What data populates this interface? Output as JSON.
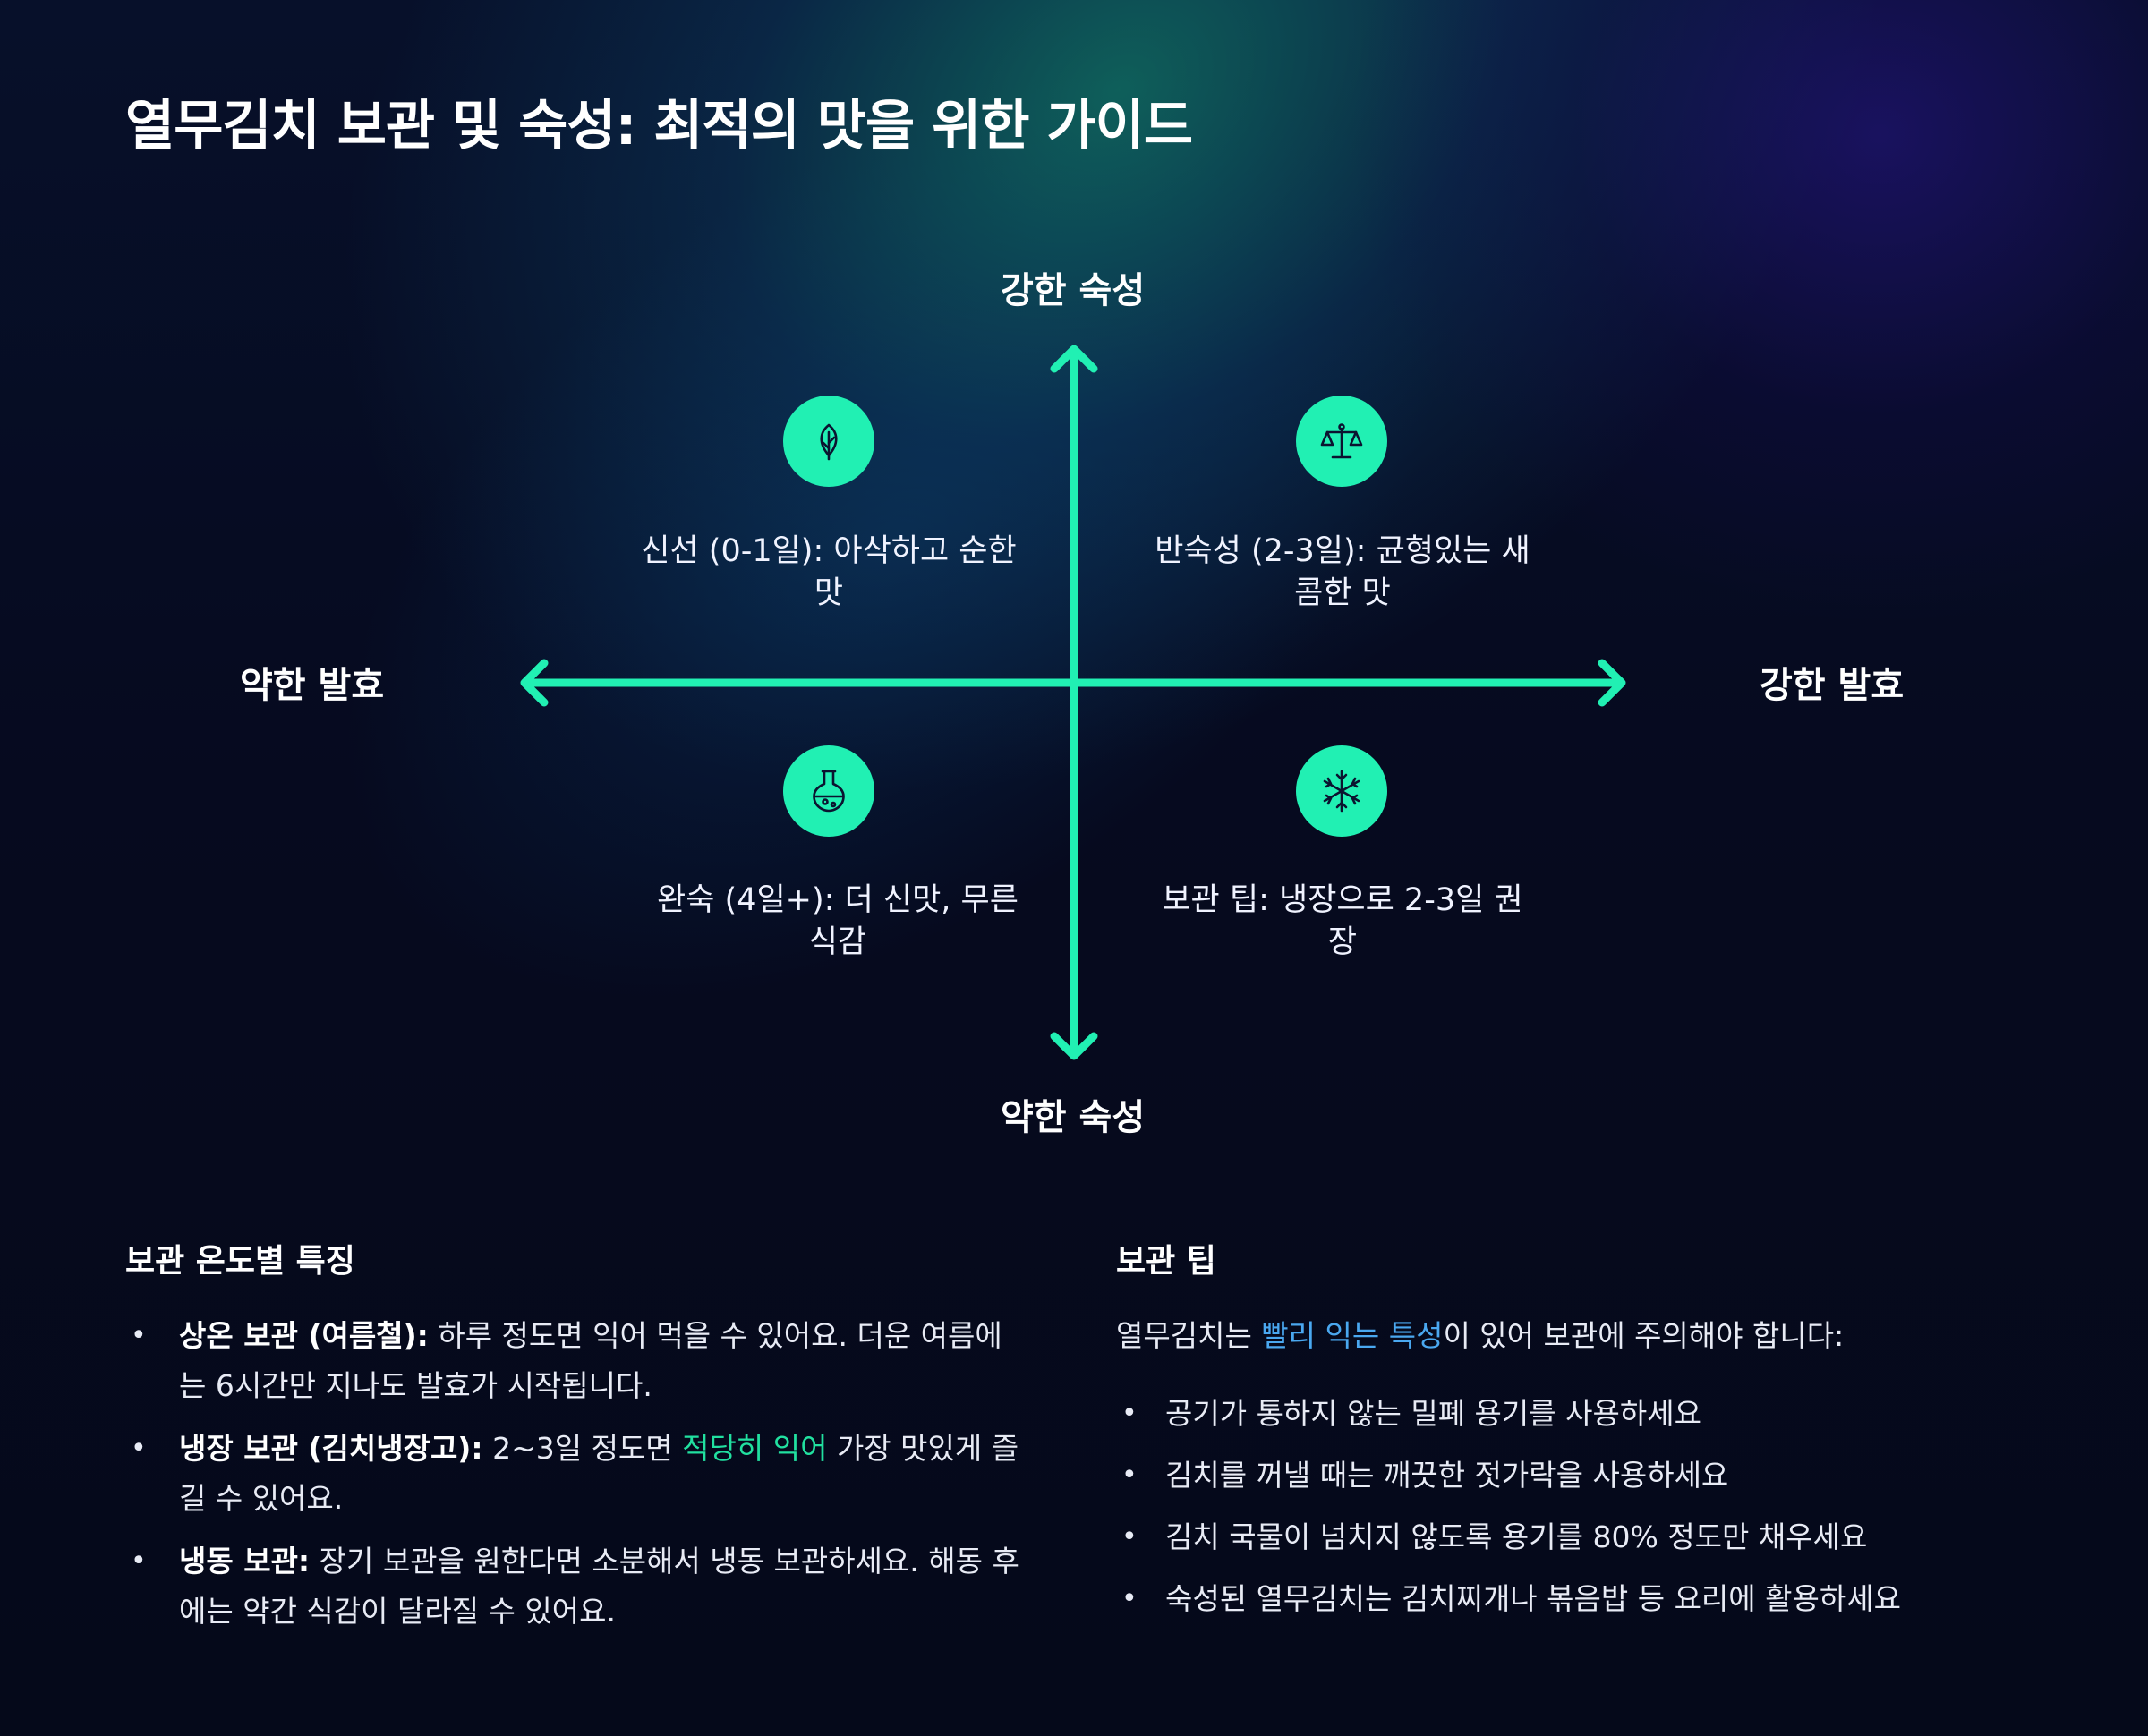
{
  "title": "열무김치 보관 및 숙성: 최적의 맛을 위한 가이드",
  "colors": {
    "accent": "#21f0b3",
    "green_text": "#21e0a0",
    "blue_text": "#4aa8f0",
    "background": "#060a1f"
  },
  "diagram": {
    "axis_top": "강한 숙성",
    "axis_bottom": "약한 숙성",
    "axis_left": "약한 발효",
    "axis_right": "강한 발효",
    "quadrants": {
      "top_left": {
        "icon": "leaf-icon",
        "text": "신선 (0-1일): 아삭하고 순한 맛"
      },
      "top_right": {
        "icon": "scale-icon",
        "text": "반숙성 (2-3일): 균형있는 새콤한 맛"
      },
      "bottom_left": {
        "icon": "flask-icon",
        "text": "완숙 (4일+): 더 신맛, 무른 식감"
      },
      "bottom_right": {
        "icon": "snowflake-icon",
        "text": "보관 팁: 냉장으로 2-3일 권장"
      }
    }
  },
  "temp_section": {
    "heading": "보관 온도별 특징",
    "items": [
      {
        "label": "상온 보관 (여름철):",
        "text": " 하루 정도면 익어 먹을 수 있어요. 더운 여름에는 6시간만 지나도 발효가 시작됩니다."
      },
      {
        "label": "냉장 보관 (김치냉장고):",
        "text_before": " 2~3일 정도면 ",
        "highlight": "적당히 익어",
        "text_after": " 가장 맛있게 즐길 수 있어요."
      },
      {
        "label": "냉동 보관:",
        "text": " 장기 보관을 원한다면 소분해서 냉동 보관하세요. 해동 후에는 약간 식감이 달라질 수 있어요."
      }
    ]
  },
  "tips_section": {
    "heading": "보관 팁",
    "intro_before": "열무김치는 ",
    "intro_highlight": "빨리 익는 특성",
    "intro_after": "이 있어 보관에 주의해야 합니다:",
    "items": [
      "공기가 통하지 않는 밀폐 용기를 사용하세요",
      "김치를 꺼낼 때는 깨끗한 젓가락을 사용하세요",
      "김치 국물이 넘치지 않도록 용기를 80% 정도만 채우세요",
      "숙성된 열무김치는 김치찌개나 볶음밥 등 요리에 활용하세요"
    ]
  }
}
